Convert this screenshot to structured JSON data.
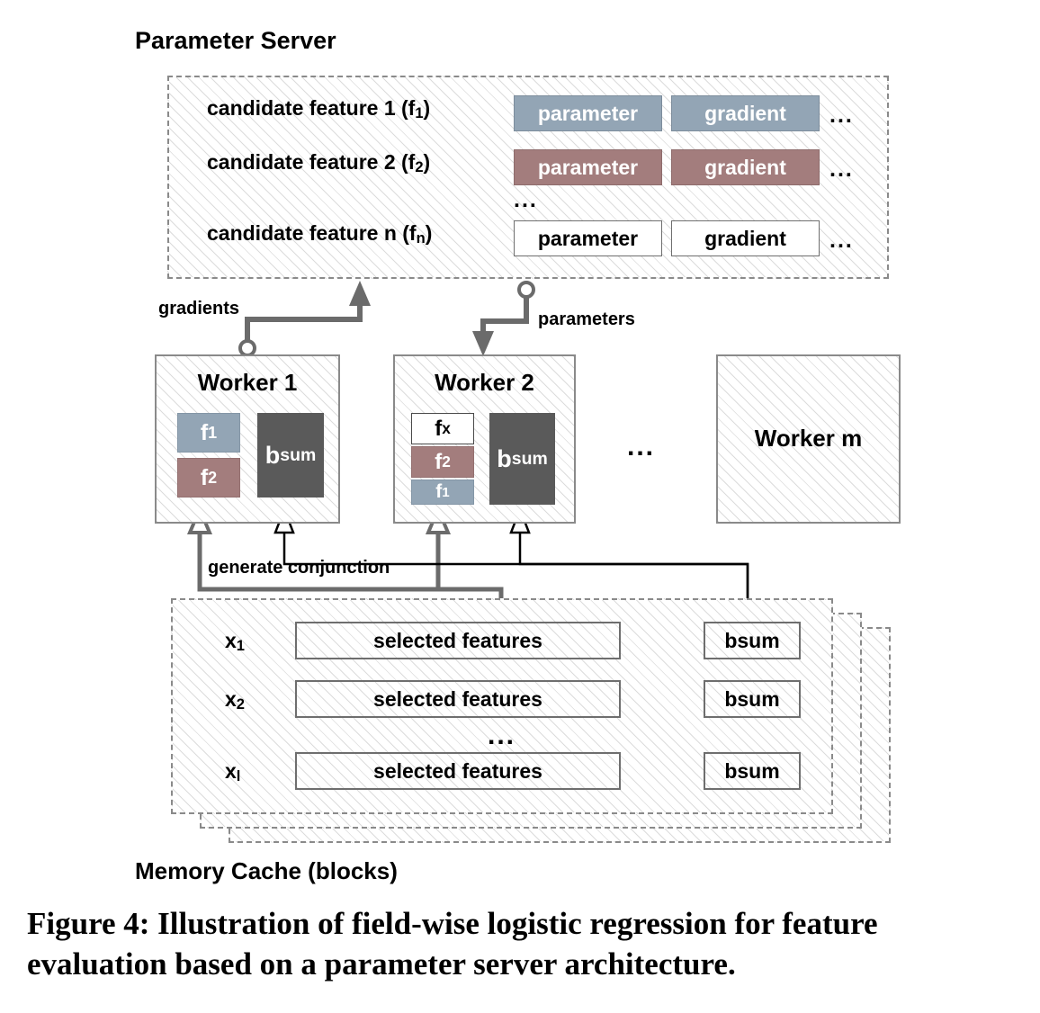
{
  "figure": {
    "caption": "Figure 4: Illustration of field-wise logistic regression for feature evaluation based on a parameter server architecture."
  },
  "parameter_server": {
    "title": "Parameter Server",
    "ellipsis": "...",
    "rows": [
      {
        "label": "candidate feature 1 (f",
        "sub": "1",
        "label_tail": ")",
        "parameter": "parameter",
        "gradient": "gradient",
        "trailing": "...",
        "style": "blue"
      },
      {
        "label": "candidate feature 2 (f",
        "sub": "2",
        "label_tail": ")",
        "parameter": "parameter",
        "gradient": "gradient",
        "trailing": "...",
        "style": "rose"
      },
      {
        "label": "candidate feature n (f",
        "sub": "n",
        "label_tail": ")",
        "parameter": "parameter",
        "gradient": "gradient",
        "trailing": "...",
        "style": "plain"
      }
    ]
  },
  "wires": {
    "gradients_label": "gradients",
    "parameters_label": "parameters",
    "generate_conjunction_label": "generate conjunction"
  },
  "workers": {
    "ellipsis": "...",
    "worker1": {
      "title": "Worker 1",
      "features": [
        {
          "name": "f",
          "sub": "1",
          "style": "blue"
        },
        {
          "name": "f",
          "sub": "2",
          "style": "rose"
        }
      ],
      "bsum": {
        "main": "b",
        "sub": "sum"
      }
    },
    "worker2": {
      "title": "Worker 2",
      "features": [
        {
          "name": "f",
          "sub": "x",
          "style": "white"
        },
        {
          "name": "f",
          "sub": "2",
          "style": "rose"
        },
        {
          "name": "f",
          "sub": "1",
          "style": "blue"
        }
      ],
      "bsum": {
        "main": "b",
        "sub": "sum"
      }
    },
    "workerm": {
      "title": "Worker m"
    }
  },
  "memory_cache": {
    "title": "Memory Cache (blocks)",
    "ellipsis": "...",
    "rows": [
      {
        "x": "x",
        "sub": "1",
        "features": "selected features",
        "bsum": "bsum"
      },
      {
        "x": "x",
        "sub": "2",
        "features": "selected features",
        "bsum": "bsum"
      },
      {
        "x": "x",
        "sub": "l",
        "features": "selected features",
        "bsum": "bsum"
      }
    ]
  },
  "colors": {
    "blue": "#93a5b5",
    "rose": "#a37d7d",
    "bsum_dark": "#5a5a5a",
    "border_gray": "#8a8a8a",
    "wire_gray": "#6b6b6b",
    "wire_black": "#000000",
    "hatch": "#dcdcdc"
  }
}
